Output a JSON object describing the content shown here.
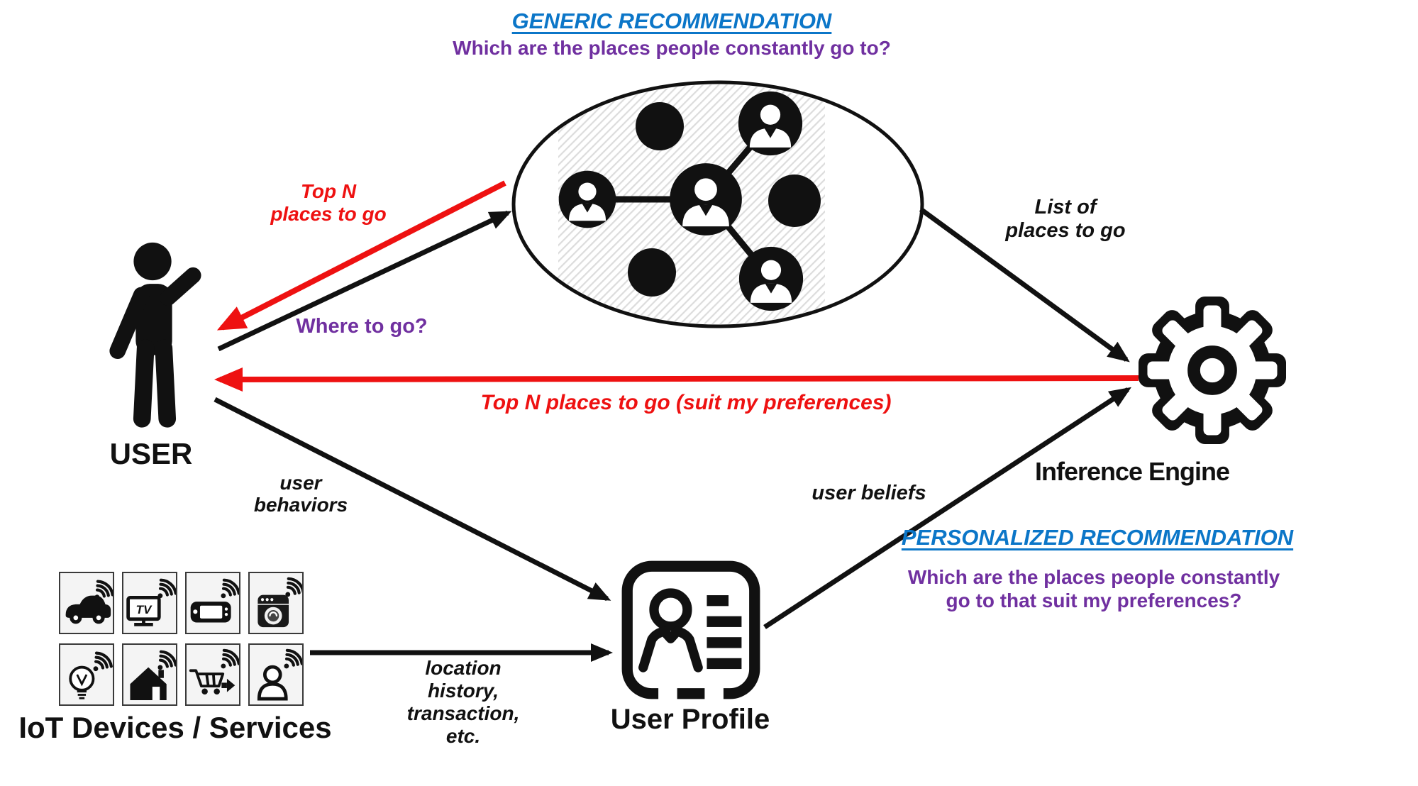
{
  "generic": {
    "title": "GENERIC RECOMMENDATION",
    "question": "Which are the places people constantly go to?"
  },
  "personalized": {
    "title": "PERSONALIZED RECOMMENDATION",
    "question_line1": "Which are the places people constantly",
    "question_line2": "go to that suit my preferences?"
  },
  "nodes": {
    "user_label": "USER",
    "inference_engine_label": "Inference Engine",
    "user_profile_label": "User Profile",
    "iot_label": "IoT Devices / Services",
    "social_network_icon": "people-network-ellipse",
    "gear_icon": "gear",
    "profile_icon": "profile-card",
    "user_icon": "person-figure"
  },
  "iot": {
    "tv_label": "TV",
    "devices": [
      "smart-car",
      "smart-tv",
      "handheld-device",
      "washing-machine",
      "light-bulb",
      "smart-home",
      "shopping-cart",
      "person-service"
    ]
  },
  "edges": {
    "top_n_line1": "Top N",
    "top_n_line2": "places to go",
    "where_to_go": "Where to go?",
    "top_n_suit": "Top N places to go (suit my preferences)",
    "list_line1": "List of",
    "list_line2": "places to go",
    "user_behaviors_line1": "user",
    "user_behaviors_line2": "behaviors",
    "user_beliefs": "user beliefs",
    "location_line1": "location",
    "location_line2": "history,",
    "location_line3": "transaction,",
    "location_line4": "etc."
  },
  "colors": {
    "red": "#ee1111",
    "blue": "#0b76c8",
    "purple": "#7030a0",
    "black": "#111111"
  }
}
